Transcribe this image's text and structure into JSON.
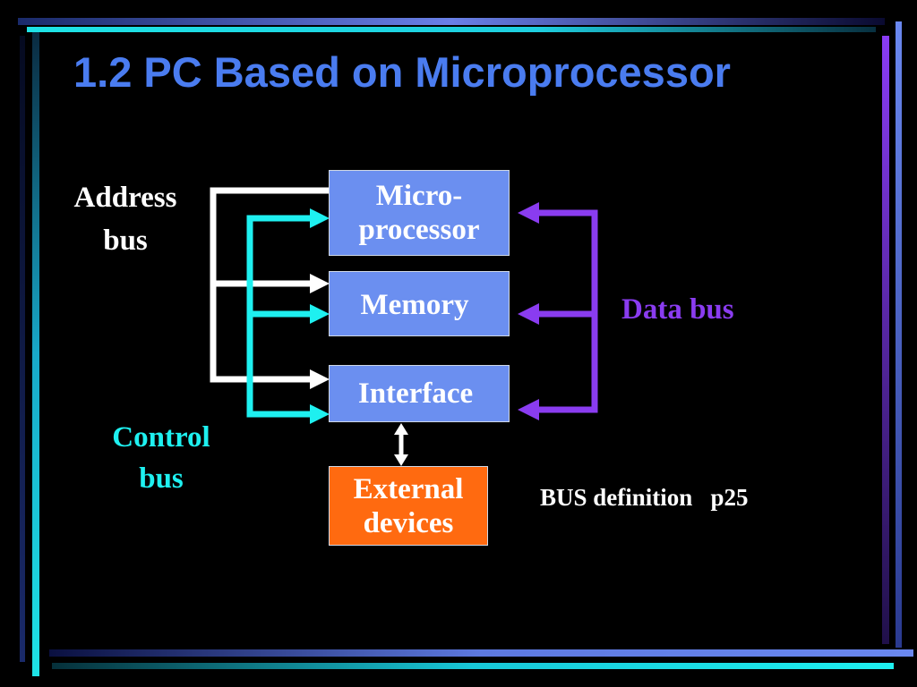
{
  "slide": {
    "title": "1.2 PC Based on Microprocessor",
    "colors": {
      "background": "#000000",
      "title": "#4a7cf0",
      "box_fill": "#6b8ff0",
      "external_fill": "#ff6a10",
      "address_bus": "#ffffff",
      "control_bus": "#1ef0f0",
      "data_bus": "#8a3cf0",
      "frame_blue": "#5d79e0",
      "frame_cyan": "#1ee3e6",
      "frame_purple": "#8a3cf5"
    }
  },
  "diagram": {
    "boxes": {
      "microprocessor": {
        "line1": "Micro-",
        "line2": "processor"
      },
      "memory": {
        "label": "Memory"
      },
      "interface": {
        "label": "Interface"
      },
      "external": {
        "line1": "External",
        "line2": "devices"
      }
    },
    "labels": {
      "address_bus": {
        "line1": "Address",
        "line2": "bus"
      },
      "control_bus": {
        "line1": "Control",
        "line2": "bus"
      },
      "data_bus": "Data bus",
      "bus_definition": "BUS definition   p25"
    }
  }
}
